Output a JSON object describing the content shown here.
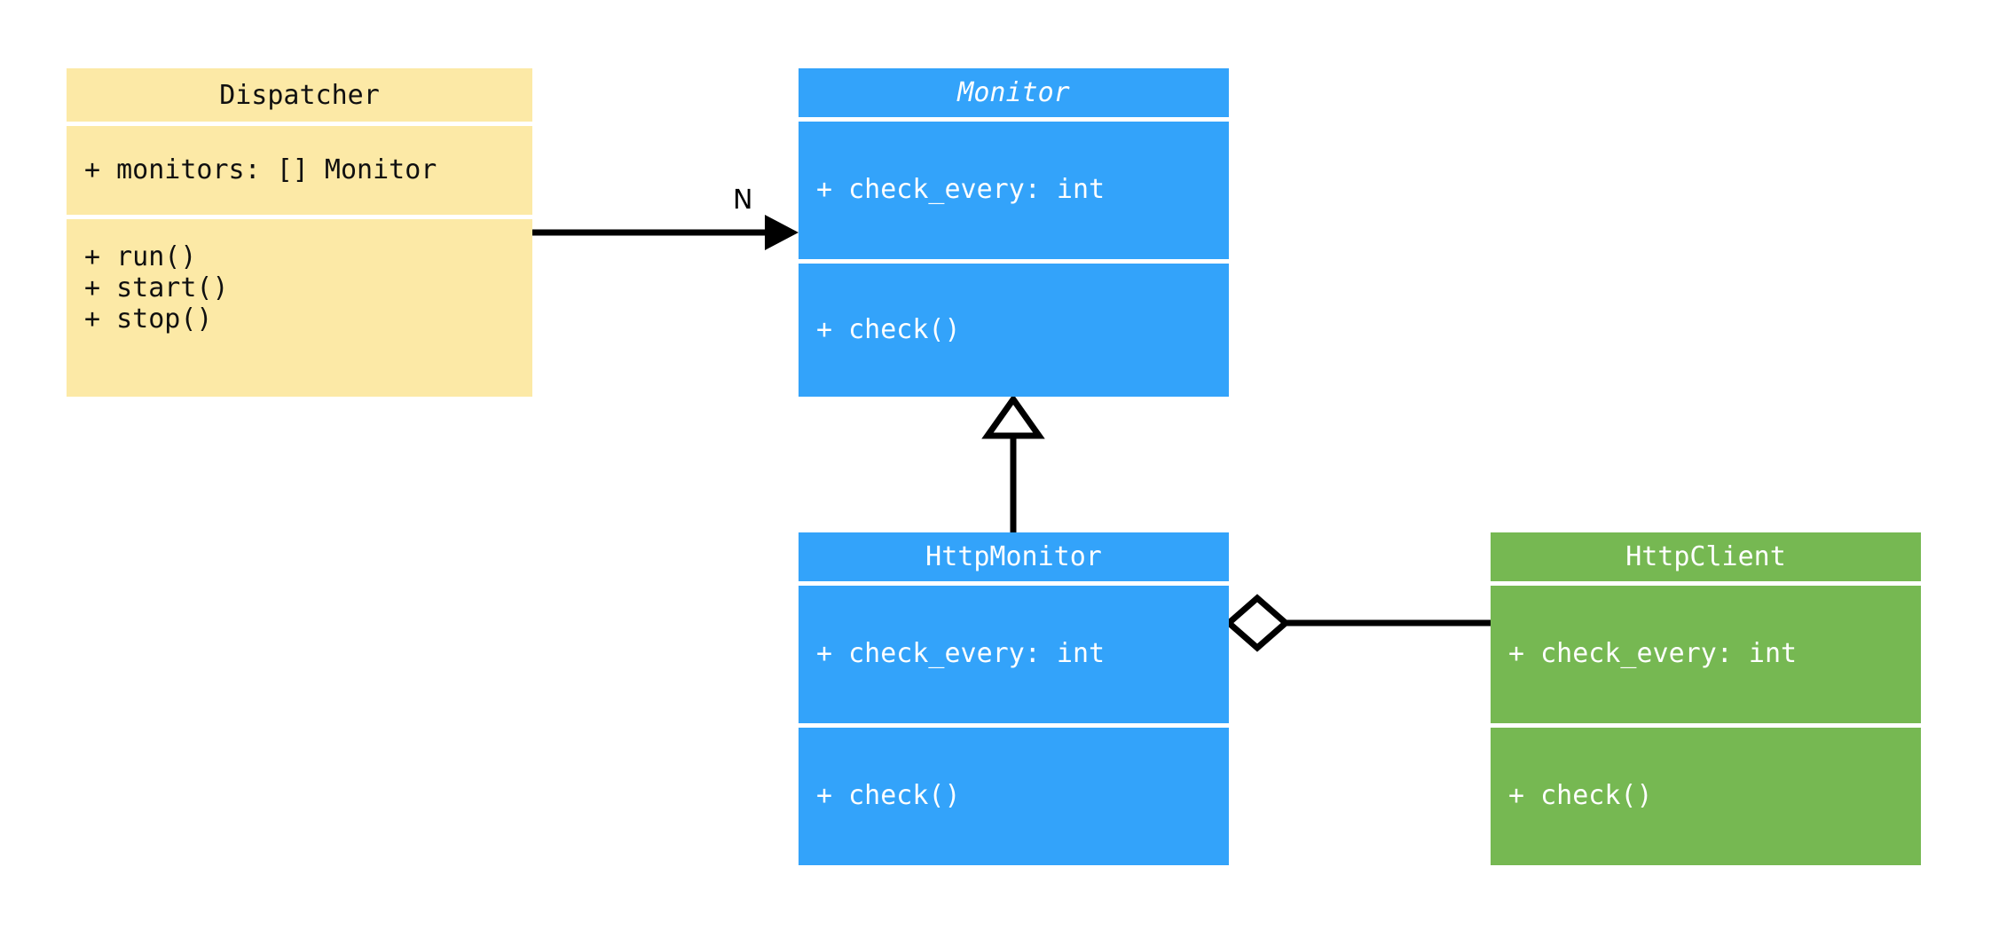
{
  "diagram": {
    "type": "uml-class-diagram",
    "background_color": "#ffffff",
    "stroke_color": "#000000"
  },
  "classes": [
    {
      "id": "dispatcher",
      "name": "Dispatcher",
      "abstract": false,
      "fill_color": "#fce9a6",
      "text_color": "#101010",
      "attributes": "+ monitors: [] Monitor",
      "methods": "+ run()\n+ start()\n+ stop()"
    },
    {
      "id": "monitor",
      "name": "Monitor",
      "abstract": true,
      "fill_color": "#33a3fa",
      "text_color": "#ffffff",
      "attributes": "+ check_every: int",
      "methods": "+ check()"
    },
    {
      "id": "http-monitor",
      "name": "HttpMonitor",
      "abstract": false,
      "fill_color": "#33a3fa",
      "text_color": "#ffffff",
      "attributes": "+ check_every: int",
      "methods": "+ check()"
    },
    {
      "id": "http-client",
      "name": "HttpClient",
      "abstract": false,
      "fill_color": "#76b852",
      "text_color": "#ffffff",
      "attributes": "+ check_every: int",
      "methods": "+ check()"
    }
  ],
  "relationships": [
    {
      "id": "dispatcher-to-monitor",
      "kind": "association",
      "from": "Dispatcher",
      "to": "Monitor",
      "label": "N",
      "arrow_head": "filled-triangle"
    },
    {
      "id": "httpmonitor-to-monitor",
      "kind": "generalization",
      "from": "HttpMonitor",
      "to": "Monitor",
      "label": "",
      "arrow_head": "hollow-triangle"
    },
    {
      "id": "httpmonitor-to-httpclient",
      "kind": "aggregation",
      "from": "HttpMonitor",
      "to": "HttpClient",
      "label": "",
      "arrow_head": "hollow-diamond"
    }
  ]
}
